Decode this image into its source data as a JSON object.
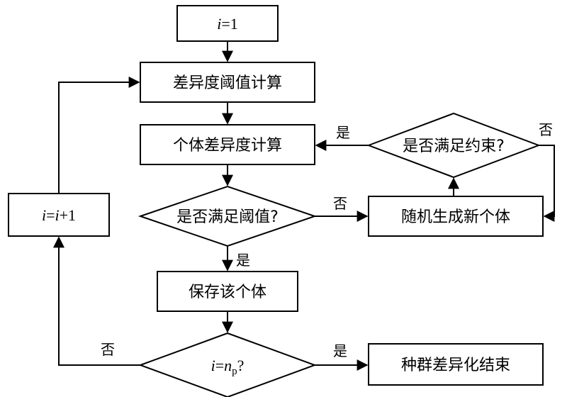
{
  "nodes": {
    "init": {
      "i": "i",
      "eq": "=1"
    },
    "threshold_calc": "差异度阈值计算",
    "individual_calc": "个体差异度计算",
    "meet_threshold": "是否满足阈值?",
    "meet_constraint": "是否满足约束?",
    "random_generate": "随机生成新个体",
    "save_individual": "保存该个体",
    "increment": {
      "i1": "i",
      "eq": "=",
      "i2": "i",
      "plus": "+1"
    },
    "check_np": {
      "i": "i",
      "eq": "=",
      "n": "n",
      "sub": "p",
      "q": "?"
    },
    "end": "种群差异化结束"
  },
  "edge_labels": {
    "constraint_yes": "是",
    "constraint_no": "否",
    "threshold_no": "否",
    "threshold_yes": "是",
    "np_no": "否",
    "np_yes": "是"
  }
}
